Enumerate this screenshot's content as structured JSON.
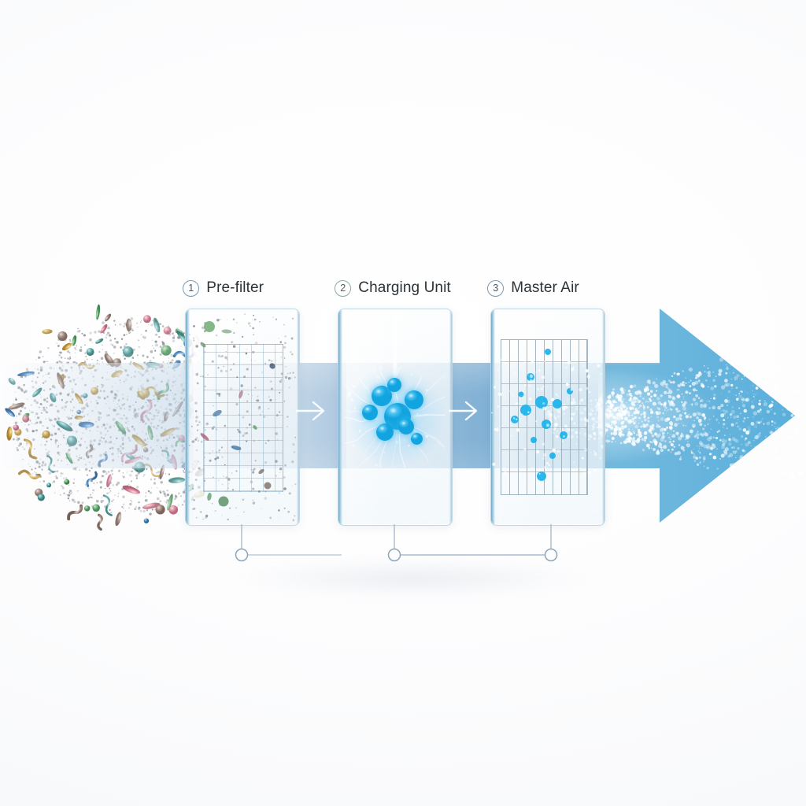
{
  "diagram": {
    "title": "Air purification three-stage filtration flow",
    "background_color": "#fcfcfd",
    "flow_direction": "left-to-right",
    "airflow_band_color_start": "#cedeec",
    "airflow_band_color_end": "#60a8d4",
    "arrow_color": "#63b6dd"
  },
  "steps": [
    {
      "number": "1",
      "badge": "①",
      "label": "Pre-filter",
      "badge_color": "#7d99ad",
      "label_color": "#2c3338",
      "panel_feature": "mesh-grid-screen",
      "captured_contaminants": "dust, pollen, bacteria, fibers"
    },
    {
      "number": "2",
      "badge": "②",
      "label": "Charging Unit",
      "badge_color": "#8aa9a5",
      "label_color": "#2c3338",
      "panel_feature": "ionizing-plasma-core",
      "ion_color": "#2db6ea"
    },
    {
      "number": "3",
      "badge": "③",
      "label": "Master Air",
      "badge_color": "#7d99ad",
      "label_color": "#2c3338",
      "panel_feature": "vertical-collector-slats",
      "ion_color": "#1ab2ec"
    }
  ],
  "inlet": {
    "name": "contaminated-air-inlet",
    "description": "dense cloud of multicolored bacteria, rod shapes, spheres and dust specks entering from the left"
  },
  "outlet": {
    "name": "clean-air-outlet",
    "description": "bright white sparkling clean air exiting right through a large blue arrow"
  },
  "connectors": {
    "node_color": "#8fa6b8",
    "line_color": "#a8bccd",
    "count": 3
  }
}
